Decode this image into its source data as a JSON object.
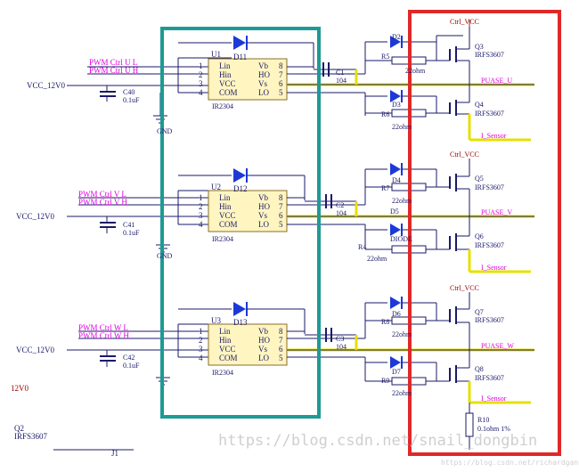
{
  "labels": {
    "pwm_ul": "PWM Ctrl U L",
    "pwm_uh": "PWM Ctrl U H",
    "pwm_vl": "PWM Ctrl V L",
    "pwm_vh": "PWM Ctrl V H",
    "pwm_wl": "PWM Ctrl W L",
    "pwm_wh": "PWM Ctrl W H",
    "vcc_12v": "VCC_12V0",
    "c40": "C40",
    "c41": "C41",
    "c42": "C42",
    "cap_value": "0.1uF",
    "gnd": "GND",
    "u1": "U1",
    "u2": "U2",
    "u3": "U3",
    "d11": "D11",
    "d12": "D12",
    "d13": "D13",
    "ir2304": "IR2304",
    "c1": "C1",
    "c2": "C2",
    "c3": "C3",
    "c104": "104",
    "d2": "D2",
    "d3": "D3",
    "d4": "D4",
    "d5": "D5",
    "d6": "D6",
    "d7": "D7",
    "diode": "DIODE",
    "r4": "R4",
    "r5": "R5",
    "r6": "R6",
    "r7": "R7",
    "r8": "R8",
    "r9": "R9",
    "r10": "R10",
    "r22": "22ohm",
    "r10_value": "0.1ohm 1%",
    "ctrl_vcc": "Ctrl_VCC",
    "q2": "Q2",
    "q3": "Q3",
    "q4": "Q4",
    "q5": "Q5",
    "q6": "Q6",
    "q7": "Q7",
    "q8": "Q8",
    "irfs3607": "IRFS3607",
    "phase_u": "PUASE_U",
    "phase_v": "PUASE_V",
    "phase_w": "PUASE_W",
    "i_sensor": "I_Sensor",
    "v12_partial": "12V0",
    "j1": "J1",
    "watermark": "https://blog.csdn.net/snail_dongbin",
    "watermark_small": "https://blog.csdn.net/richardgann"
  },
  "driver_pins": [
    {
      "num": "1",
      "left": "Lin",
      "right": "Vb",
      "rnum": "8"
    },
    {
      "num": "2",
      "left": "Hin",
      "right": "HO",
      "rnum": "7"
    },
    {
      "num": "3",
      "left": "VCC",
      "right": "Vs",
      "rnum": "6"
    },
    {
      "num": "4",
      "left": "COM",
      "right": "LO",
      "rnum": "5"
    }
  ]
}
